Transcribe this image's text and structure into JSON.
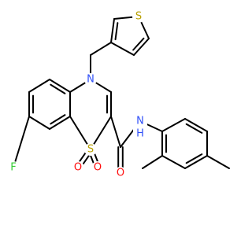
{
  "molecule": {
    "atoms": {
      "n_ring": {
        "label": "N",
        "color": "#3050F8"
      },
      "s_ring": {
        "label": "S",
        "color": "#B8A000"
      },
      "s_thio": {
        "label": "S",
        "color": "#B8A000"
      },
      "f": {
        "label": "F",
        "color": "#33CC33"
      },
      "o1": {
        "label": "O",
        "color": "#FF0D0D"
      },
      "o2": {
        "label": "O",
        "color": "#FF0D0D"
      },
      "o_am": {
        "label": "O",
        "color": "#FF0D0D"
      },
      "nh": {
        "label": "N\nH",
        "color": "#3050F8"
      }
    }
  }
}
